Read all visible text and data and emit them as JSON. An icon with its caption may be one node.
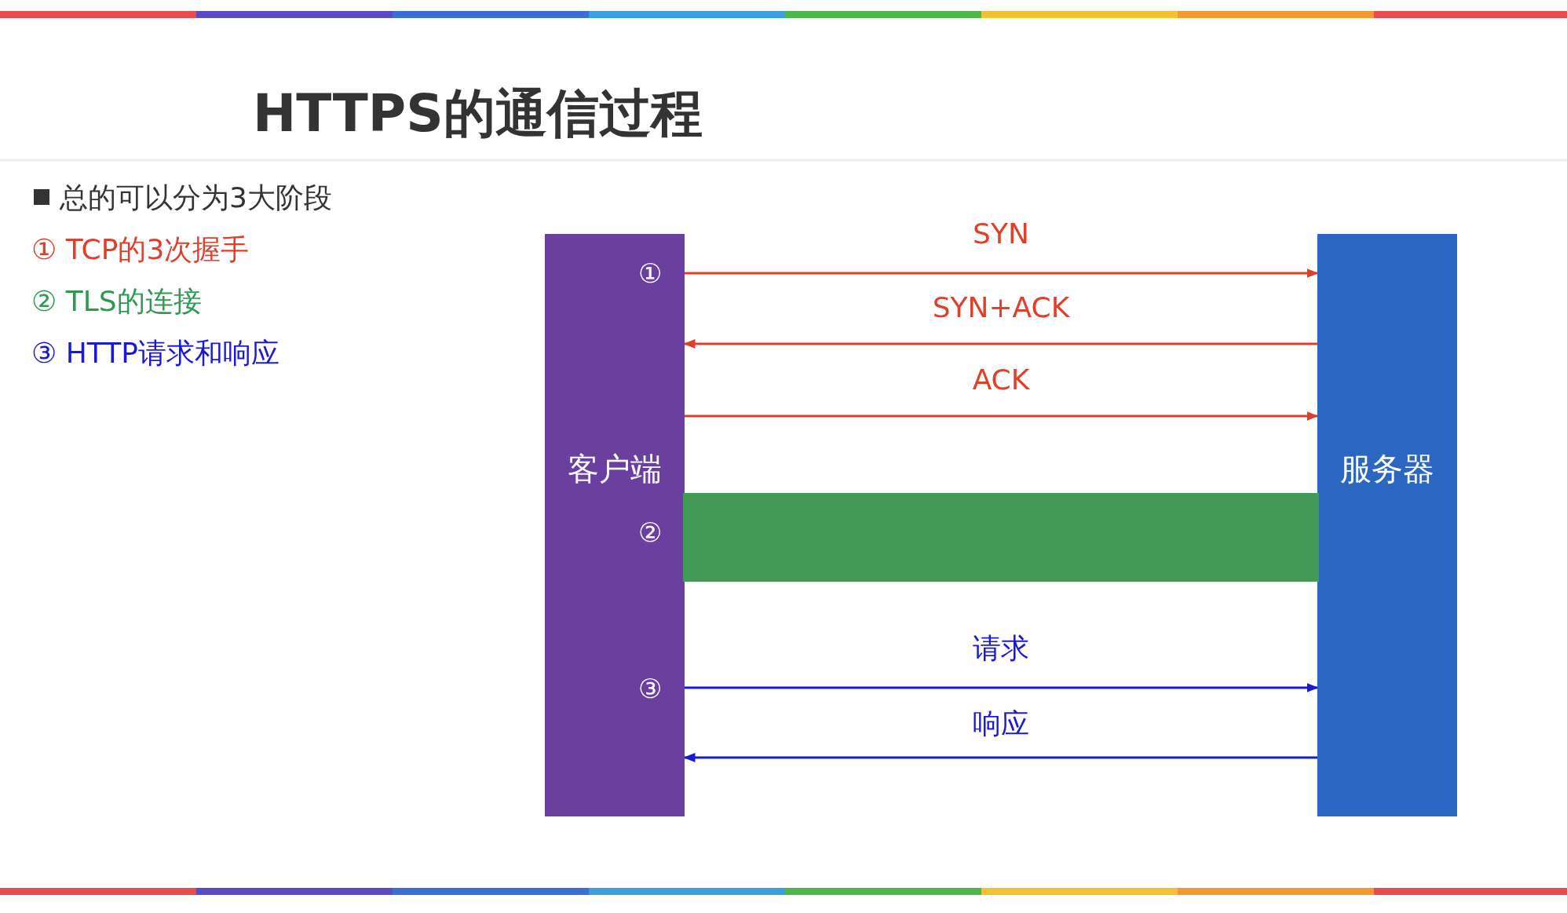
{
  "diagram": {
    "title": "HTTPS的通信过程",
    "nodes": [
      {
        "text": [
          "客户端"
        ]
      },
      {
        "text": [
          "服务器"
        ]
      },
      {
        "text": [],
        "shape": "bar"
      }
    ],
    "edges": [
      {
        "from": 0,
        "to": 1,
        "arrow": "to",
        "label": "SYN"
      },
      {
        "from": 1,
        "to": 0,
        "arrow": "to",
        "label": "SYN+ACK"
      },
      {
        "from": 0,
        "to": 1,
        "arrow": "to",
        "label": "ACK"
      },
      {
        "from": 0,
        "to": 1,
        "arrow": "to",
        "label": "请求",
        "color": "#1a1ad6"
      },
      {
        "from": 1,
        "to": 0,
        "arrow": "to",
        "label": "响应",
        "color": "#1a1ad6"
      }
    ],
    "labels": [
      "总的可以分为3大阶段",
      "① TCP的3次握手",
      "② TLS的连接",
      "③ HTTP请求和响应",
      "①",
      "②",
      "③"
    ]
  }
}
